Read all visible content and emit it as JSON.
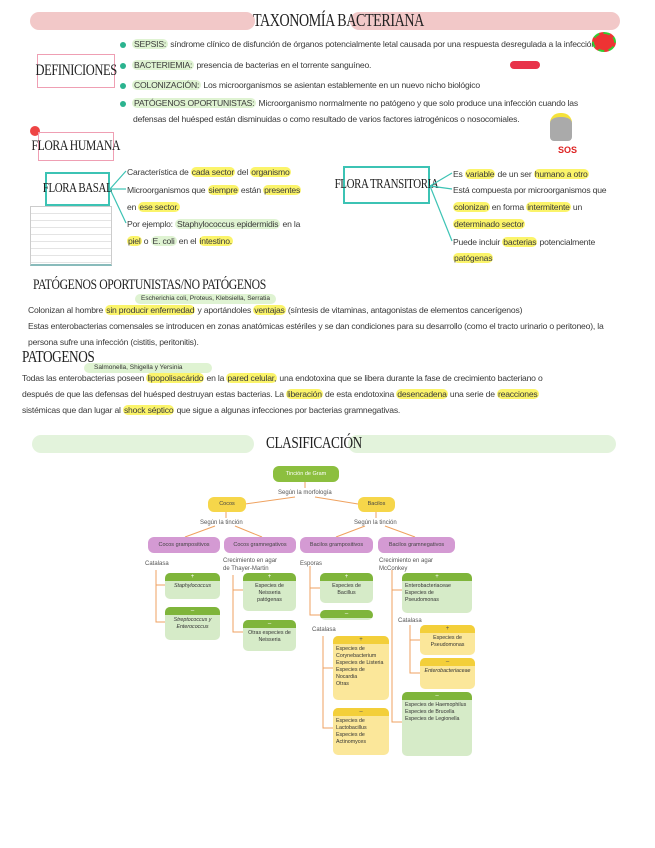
{
  "title": "TAXONOMÍA BACTERIANA",
  "definiciones": {
    "heading": "DEFINICIONES",
    "items": [
      {
        "term": "SEPSIS:",
        "text": " síndrome clínico de disfunción de órganos potencialmente letal causada por una respuesta desregulada a la infección"
      },
      {
        "term": "BACTERIEMIA:",
        "text": " presencia de bacterias en el torrente sanguíneo."
      },
      {
        "term": "COLONIZACIÓN:",
        "text": " Los microorganismos se asientan establemente en un nuevo nicho biológico"
      },
      {
        "term": "PATÓGENOS OPORTUNISTAS:",
        "text": " Microorganismo normalmente no patógeno y que solo produce una infección cuando las",
        "text2": "defensas del huésped están disminuidas o como resultado de varios factores iatrogénicos o nosocomiales."
      }
    ]
  },
  "icon_label": "SOS",
  "flora": {
    "heading": "FLORA HUMANA",
    "basal": {
      "heading": "FLORA BASAL",
      "l1a": "Característica de ",
      "l1b": "cada sector",
      "l1c": " del ",
      "l1d": "organismo",
      "l2a": "Microorganismos que ",
      "l2b": "siempre",
      "l2c": " están ",
      "l2d": "presentes",
      "l3a": "en ",
      "l3b": "ese sector.",
      "l4a": "Por ejemplo: ",
      "l4b": "Staphylococcus epidermidis",
      "l4c": " en la",
      "l5a": "piel",
      "l5b": " o ",
      "l5c": "E. coli",
      "l5d": " en el ",
      "l5e": "intestino."
    },
    "transitoria": {
      "heading": "FLORA TRANSITORIA",
      "l1a": "Es ",
      "l1b": "variable",
      "l1c": " de un ser ",
      "l1d": "humano a otro",
      "l2": "Está compuesta por microorganismos que",
      "l3a": "colonizan",
      "l3b": " en forma ",
      "l3c": "intermitente",
      "l3d": " un",
      "l4": "determinado sector",
      "l5a": "Puede incluir ",
      "l5b": "bacterias",
      "l5c": " potencialmente",
      "l6": "patógenas"
    }
  },
  "oportunistas": {
    "heading": "PATÓGENOS OPORTUNISTAS/NO PATÓGENOS",
    "note": "Escherichia coli, Proteus, Klebsiella, Serratia",
    "l1a": "Colonizan al hombre ",
    "l1b": "sin producir enfermedad",
    "l1c": " y aportándoles ",
    "l1d": "ventajas",
    "l1e": " (síntesis de vitaminas, antagonistas de elementos cancerígenos)",
    "l2": "Estas enterobacterias comensales se introducen en zonas anatómicas estériles y se dan condiciones para su desarrollo (como el tracto urinario o peritoneo), la",
    "l3": "persona sufre una infección (cistitis, peritonitis)."
  },
  "patogenos": {
    "heading": "PATOGENOS",
    "note": "Salmonella, Shigella y Yersinia",
    "l1a": "Todas las enterobacterias poseen ",
    "l1b": "lipopolisacárido",
    "l1c": " en la ",
    "l1d": "pared celular,",
    "l1e": " una endotoxina que se libera durante la fase de crecimiento bacteriano o",
    "l2a": "después de que las defensas del huésped destruyan estas bacterias. La ",
    "l2b": "liberación",
    "l2c": " de esta endotoxina ",
    "l2d": "desencadena",
    "l2e": " una serie de ",
    "l2f": "reacciones",
    "l3a": "sistémicas que dan lugar al ",
    "l3b": "shock séptico",
    "l3c": " que sigue a algunas infecciones por bacterias gramnegativas."
  },
  "clasificacion": {
    "heading": "CLASIFICACIÓN",
    "root": "Tinción de Gram",
    "morfologia": "Según la morfología",
    "cocos": "Cocos",
    "bacilos": "Bacilos",
    "tincion": "Según la tinción",
    "cgp": "Cocos grampositivos",
    "cgn": "Cocos gramnegativos",
    "bgp": "Bacilos grampositivos",
    "bgn": "Bacilos gramnegativos",
    "catalasa": "Catalasa",
    "thayer": "Crecimiento en agar de Thayer-Martin",
    "esporas": "Esporas",
    "mcconkey": "Crecimiento en agar McConkey",
    "plus": "+",
    "minus": "–",
    "staph": "Staphylococcus",
    "strep": "Streptococcus y Enterococcus",
    "neisseria_pos": "Especies de Neisseria patógenas",
    "neisseria_neg": "Otras especies de Neisseria",
    "bacillus": "Especies de Bacillus",
    "cat_pos_list": [
      "Especies de Corynebacterium",
      "Especies de Listeria",
      "Especies de Nocardia",
      "Otras"
    ],
    "cat_neg_list": [
      "Especies de Lactobacillus",
      "Especies de Actinomyces"
    ],
    "mc_pos_list": [
      "Enterobacteriaceae",
      "Especies de Pseudomonas"
    ],
    "pseudo": "Especies de Pseudomonas",
    "entero": "Enterobacteriaceae",
    "mc_neg_list": [
      "Especies de Haemophilus",
      "Especies de Brucella",
      "Especies de Legionella"
    ]
  }
}
